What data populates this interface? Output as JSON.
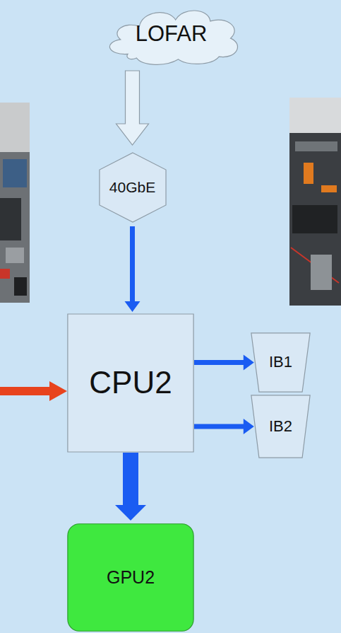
{
  "diagram": {
    "nodes": [
      {
        "text": [
          "LOFAR"
        ]
      },
      {
        "text": [
          "40GbE"
        ]
      },
      {
        "text": [
          "CPU2"
        ]
      },
      {
        "text": [
          "IB1"
        ]
      },
      {
        "text": [
          "IB2"
        ]
      },
      {
        "text": [
          "GPU2"
        ]
      }
    ],
    "edges": [
      {
        "from": 0,
        "to": 1,
        "arrow": "to"
      },
      {
        "from": 1,
        "to": 2,
        "arrow": "to"
      },
      {
        "from": 2,
        "to": 3,
        "arrow": "to"
      },
      {
        "from": 2,
        "to": 4,
        "arrow": "to"
      },
      {
        "from": 2,
        "to": 5,
        "arrow": "to"
      }
    ]
  }
}
